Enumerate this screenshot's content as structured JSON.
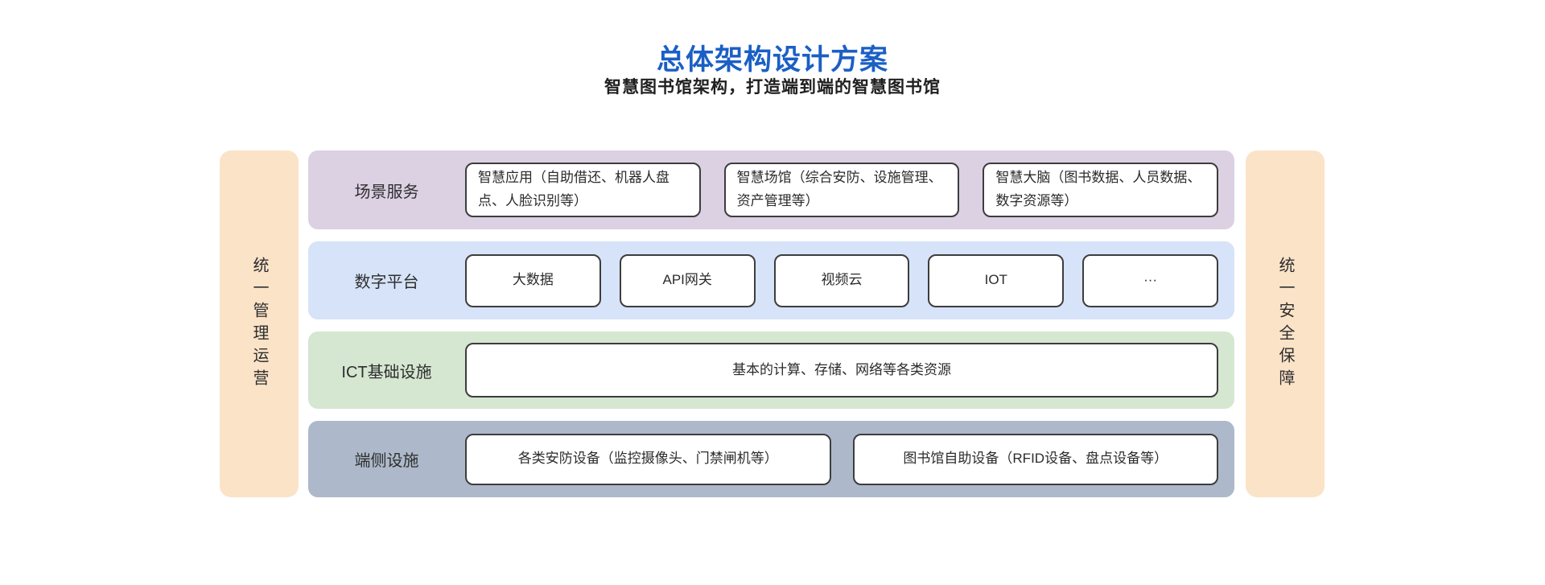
{
  "header": {
    "title": "总体架构设计方案",
    "subtitle": "智慧图书馆架构，打造端到端的智慧图书馆"
  },
  "sidebars": {
    "left_label": "统一管理运营",
    "right_label": "统一安全保障",
    "color": "#fbe3c8"
  },
  "layers": [
    {
      "label": "场景服务",
      "color": "#dcd0e3",
      "boxes": [
        "智慧应用（自助借还、机器人盘点、人脸识别等）",
        "智慧场馆（综合安防、设施管理、资产管理等）",
        "智慧大脑（图书数据、人员数据、数字资源等）"
      ]
    },
    {
      "label": "数字平台",
      "color": "#d6e3f8",
      "boxes": [
        "大数据",
        "API网关",
        "视频云",
        "IOT",
        "···"
      ]
    },
    {
      "label": "ICT基础设施",
      "color": "#d5e6d1",
      "boxes": [
        "基本的计算、存储、网络等各类资源"
      ]
    },
    {
      "label": "端侧设施",
      "color": "#adb9ca",
      "boxes": [
        "各类安防设备（监控摄像头、门禁闸机等）",
        "图书馆自助设备（RFID设备、盘点设备等）"
      ]
    }
  ],
  "colors": {
    "title": "#1b5fc4",
    "box_border": "#3d3d3d",
    "text": "#2e2e2e"
  }
}
